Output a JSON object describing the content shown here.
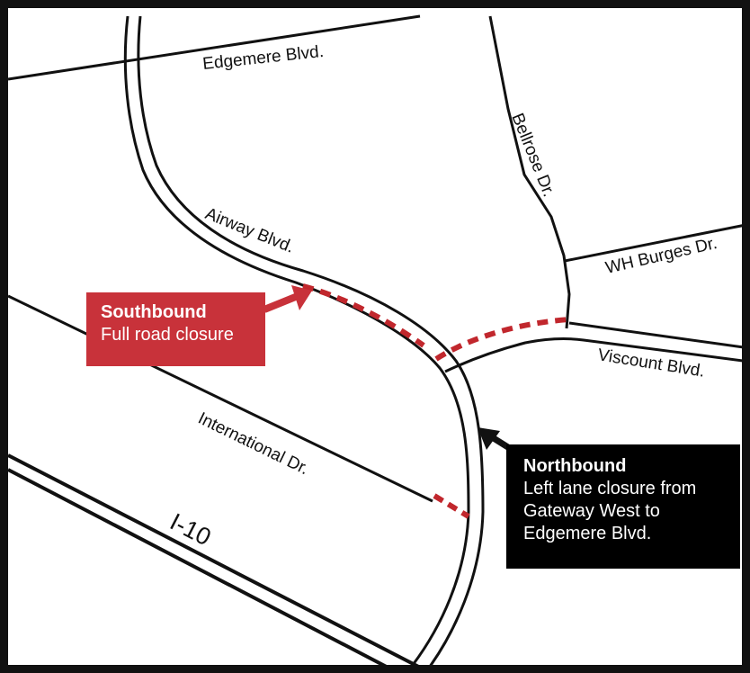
{
  "map": {
    "roads": {
      "edgemere": "Edgemere Blvd.",
      "bellrose": "Bellrose Dr.",
      "airway": "Airway Blvd.",
      "wh_burges": "WH Burges Dr.",
      "viscount": "Viscount Blvd.",
      "international": "International Dr.",
      "i10": "I-10"
    },
    "southbound": {
      "title": "Southbound",
      "lines": [
        "Full road closure"
      ]
    },
    "northbound": {
      "title": "Northbound",
      "lines": [
        "Left lane closure from",
        "Gateway West to",
        "Edgemere Blvd."
      ]
    },
    "colors": {
      "closure": "#c1272d",
      "southbound_box": "#c8323a",
      "northbound_box": "#000000",
      "road": "#111111",
      "background": "#ffffff"
    }
  }
}
